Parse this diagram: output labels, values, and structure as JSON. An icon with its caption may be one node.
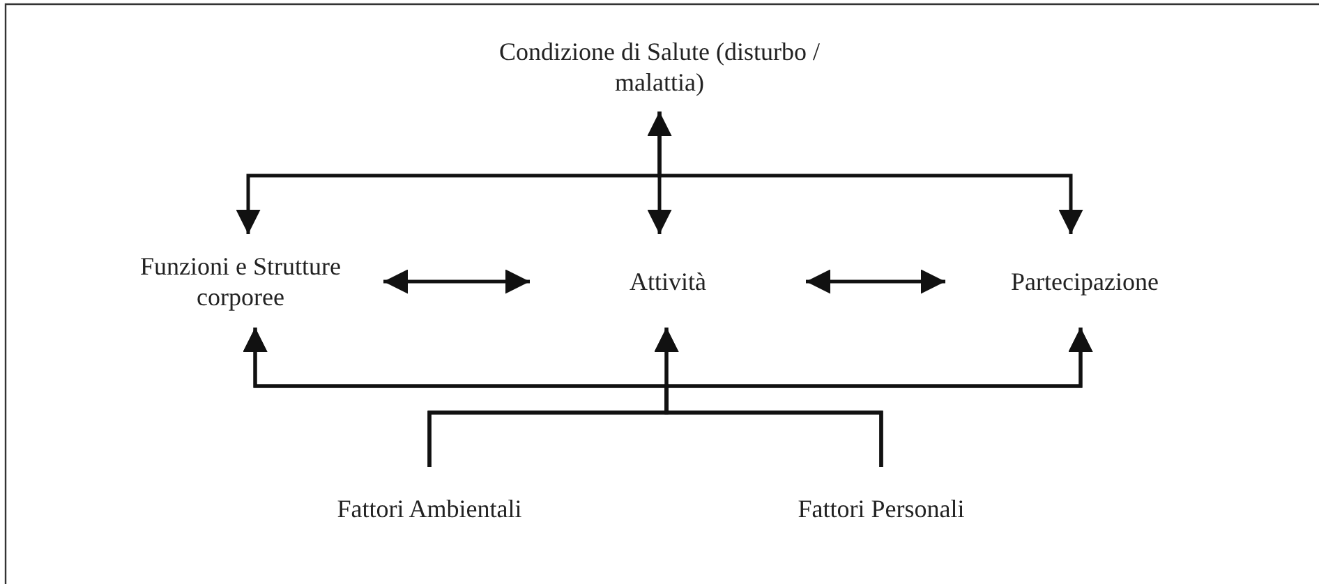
{
  "diagram": {
    "nodes": [
      {
        "text": [
          "Condizione di Salute (disturbo / malattia)"
        ]
      },
      {
        "text": [
          "Funzioni e Strutture corporee"
        ]
      },
      {
        "text": [
          "Attività"
        ]
      },
      {
        "text": [
          "Partecipazione"
        ]
      },
      {
        "text": [
          "Fattori Ambientali"
        ]
      },
      {
        "text": [
          "Fattori Personali"
        ]
      }
    ],
    "edges": [
      {
        "from": 0,
        "to": 2,
        "arrow": "both"
      },
      {
        "from": 0,
        "to": 1,
        "arrow": "to"
      },
      {
        "from": 0,
        "to": 3,
        "arrow": "to"
      },
      {
        "from": 1,
        "to": 2,
        "arrow": "both"
      },
      {
        "from": 2,
        "to": 3,
        "arrow": "both"
      },
      {
        "from": 4,
        "to": 1,
        "arrow": "to"
      },
      {
        "from": 4,
        "to": 2,
        "arrow": "to"
      },
      {
        "from": 4,
        "to": 3,
        "arrow": "to"
      },
      {
        "from": 5,
        "to": 1,
        "arrow": "to"
      },
      {
        "from": 5,
        "to": 2,
        "arrow": "to"
      },
      {
        "from": 5,
        "to": 3,
        "arrow": "to"
      }
    ]
  }
}
